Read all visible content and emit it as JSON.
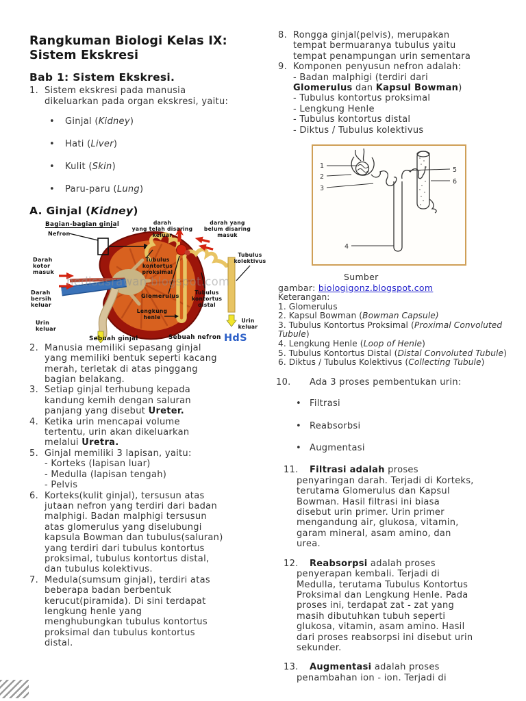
{
  "title": {
    "line1": "Rangkuman Biologi Kelas IX:",
    "line2": "Sistem Ekskresi"
  },
  "left": {
    "chapter": "Bab 1: Sistem Ekskresi.",
    "item1": {
      "num": "1.",
      "lines": [
        "Sistem ekskresi pada manusia",
        "dikeluarkan pada organ ekskresi, yaitu:"
      ]
    },
    "organs": [
      {
        "bullet": "•",
        "pre": "Ginjal (",
        "italic": "Kidney",
        "post": ")"
      },
      {
        "bullet": "•",
        "pre": "Hati (",
        "italic": "Liver",
        "post": ")"
      },
      {
        "bullet": "•",
        "pre": "Kulit (",
        "italic": "Skin",
        "post": ")"
      },
      {
        "bullet": "•",
        "pre": "Paru-paru (",
        "italic": "Lung",
        "post": ")"
      }
    ],
    "section_a": {
      "pre": "A. Ginjal (",
      "italic": "Kidney",
      "post": ")"
    },
    "item2": {
      "num": "2.",
      "lines": [
        "Manusia memiliki sepasang ginjal",
        "yang memiliki bentuk seperti kacang",
        "merah, terletak di atas pinggang",
        "bagian belakang."
      ]
    },
    "item3": {
      "num": "3.",
      "l1": "Setiap ginjal terhubung kepada",
      "l2": "kandung kemih dengan saluran",
      "l3pre": "panjang yang disebut ",
      "l3bold": "Ureter."
    },
    "item4": {
      "num": "4.",
      "l1": "Ketika urin mencapai volume",
      "l2": "tertentu, urin akan dikeluarkan",
      "l3pre": "melalui ",
      "l3bold": "Uretra."
    },
    "item5": {
      "num": "5.",
      "lines": [
        "Ginjal memiliki 3 lapisan, yaitu:",
        "- Korteks (lapisan luar)",
        "- Medulla (lapisan tengah)",
        "- Pelvis"
      ]
    },
    "item6": {
      "num": "6.",
      "lines": [
        "Korteks(kulit ginjal), tersusun atas",
        "jutaan nefron yang terdiri dari badan",
        "malphigi. Badan malphigi tersusun",
        "atas glomerulus yang diselubungi",
        "kapsula Bowman dan tubulus(saluran)",
        "yang terdiri dari tubulus kontortus",
        "proksimal, tubulus kontortus distal,",
        "dan tubulus kolektivus."
      ]
    },
    "item7": {
      "num": "7.",
      "lines": [
        "Medula(sumsum ginjal), terdiri atas",
        "beberapa badan berbentuk",
        "kerucut(piramida). Di sini terdapat",
        "lengkung henle yang",
        "menghubungkan tubulus kontortus",
        "proksimal dan tubulus kontortus",
        "distal."
      ]
    }
  },
  "figure1": {
    "title": "Bagian-bagian ginjal",
    "nefron_label": "Nefron",
    "darah_kotor": [
      "Darah",
      "kotor",
      "masuk"
    ],
    "darah_bersih": [
      "Darah",
      "bersih",
      "keluar"
    ],
    "urin_left": [
      "Urin",
      "keluar"
    ],
    "sebuah_ginjal": "Sebuah ginjal",
    "disaring": [
      "darah",
      "yang telah disaring",
      "keluar"
    ],
    "belum": [
      "darah yang",
      "belum disaring",
      "masuk"
    ],
    "proksimal": [
      "Tubulus",
      "kontortus",
      "proksimal"
    ],
    "kolektivus": [
      "Tubulus",
      "kolektivus"
    ],
    "glomerulus_label": "Glomerulus",
    "distal": [
      "Tubulus",
      "kontortus",
      "distal"
    ],
    "lengkung": [
      "Lengkung",
      "henle"
    ],
    "urin_right": [
      "Urin",
      "keluar"
    ],
    "sebuah_nefron": "Sebuah nefron",
    "logo": "HdS",
    "watermark": "hedisasrawan.blogspot.com",
    "colors": {
      "kidney_outer": "#9c150a",
      "kidney_inner": "#d8611f",
      "pelvis": "#c9b584",
      "vein": "#3a72b8",
      "artery": "#d42310",
      "ureter": "#d8c49c",
      "tubule": "#e8c463",
      "urine_yellow": "#f2e52a",
      "logo_blue": "#2b5fc7"
    }
  },
  "right": {
    "item8": {
      "num": "8.",
      "lines": [
        "Rongga ginjal(pelvis), merupakan",
        "tempat bermuaranya tubulus yaitu",
        "tempat penampungan urin sementara"
      ]
    },
    "item9": {
      "num": "9.",
      "l1": "Komponen penyusun nefron adalah:",
      "l2": "- Badan malphigi (terdiri dari",
      "l3b1": "Glomerulus",
      "l3m": " dan ",
      "l3b2": "Kapsul Bowman",
      "l3post": ")",
      "l4": "- Tubulus kontortus proksimal",
      "l5": "- Lengkung Henle",
      "l6": "- Tubulus kontortus distal",
      "l7": "- Diktus / Tubulus kolektivus"
    },
    "figure2": {
      "numbers": [
        "1",
        "2",
        "3",
        "4",
        "5",
        "6"
      ],
      "border_color": "#cf9f56"
    },
    "sumber": {
      "line1": "Sumber",
      "line2_pre": "gambar: ",
      "link": "biologigonz.blogspot.com"
    },
    "keterangan": {
      "heading": "Keterangan:",
      "items": [
        {
          "pre": "1. Glomerulus",
          "italic": "",
          "post": ""
        },
        {
          "pre": "2. Kapsul Bowman (",
          "italic": "Bowman Capsule)",
          "post": ""
        },
        {
          "pre": "3. Tubulus Kontortus Proksimal (",
          "italic": "Proximal Convoluted Tubule",
          "post": ")"
        },
        {
          "pre": "4. Lengkung Henle (",
          "italic": "Loop of Henle",
          "post": ")"
        },
        {
          "pre": "5. Tubulus Kontortus Distal (",
          "italic": "Distal Convoluted Tubule",
          "post": ")"
        },
        {
          "pre": "6. Diktus / Tubulus Kolektivus (",
          "italic": "Collecting Tubule",
          "post": ")"
        }
      ]
    },
    "item10": {
      "num": "10.",
      "text": "Ada 3 proses pembentukan urin:"
    },
    "processes": [
      {
        "bullet": "•",
        "text": "Filtrasi"
      },
      {
        "bullet": "•",
        "text": "Reabsorbsi"
      },
      {
        "bullet": "•",
        "text": "Augmentasi"
      }
    ],
    "item11": {
      "num": "11.",
      "l1bold": "Filtrasi adalah",
      "l1rest": " proses",
      "lines": [
        "penyaringan darah. Terjadi di Korteks,",
        "terutama Glomerulus dan Kapsul",
        "Bowman. Hasil filtrasi ini biasa",
        "disebut urin primer. Urin primer",
        "mengandung air, glukosa, vitamin,",
        "garam mineral, asam amino, dan",
        "urea."
      ]
    },
    "item12": {
      "num": "12.",
      "l1bold": "Reabsorpsi",
      "l1rest": " adalah proses",
      "lines": [
        "penyerapan kembali. Terjadi di",
        "Medulla, terutama Tubulus Kontortus",
        "Proksimal dan Lengkung Henle. Pada",
        "proses ini, terdapat zat - zat yang",
        "masih dibutuhkan tubuh seperti",
        "glukosa, vitamin, asam amino. Hasil",
        "dari proses reabsorpsi ini disebut urin",
        "sekunder."
      ]
    },
    "item13": {
      "num": "13.",
      "l1bold": "Augmentasi",
      "l1rest": " adalah proses",
      "lines": [
        "penambahan ion - ion. Terjadi di"
      ]
    }
  }
}
